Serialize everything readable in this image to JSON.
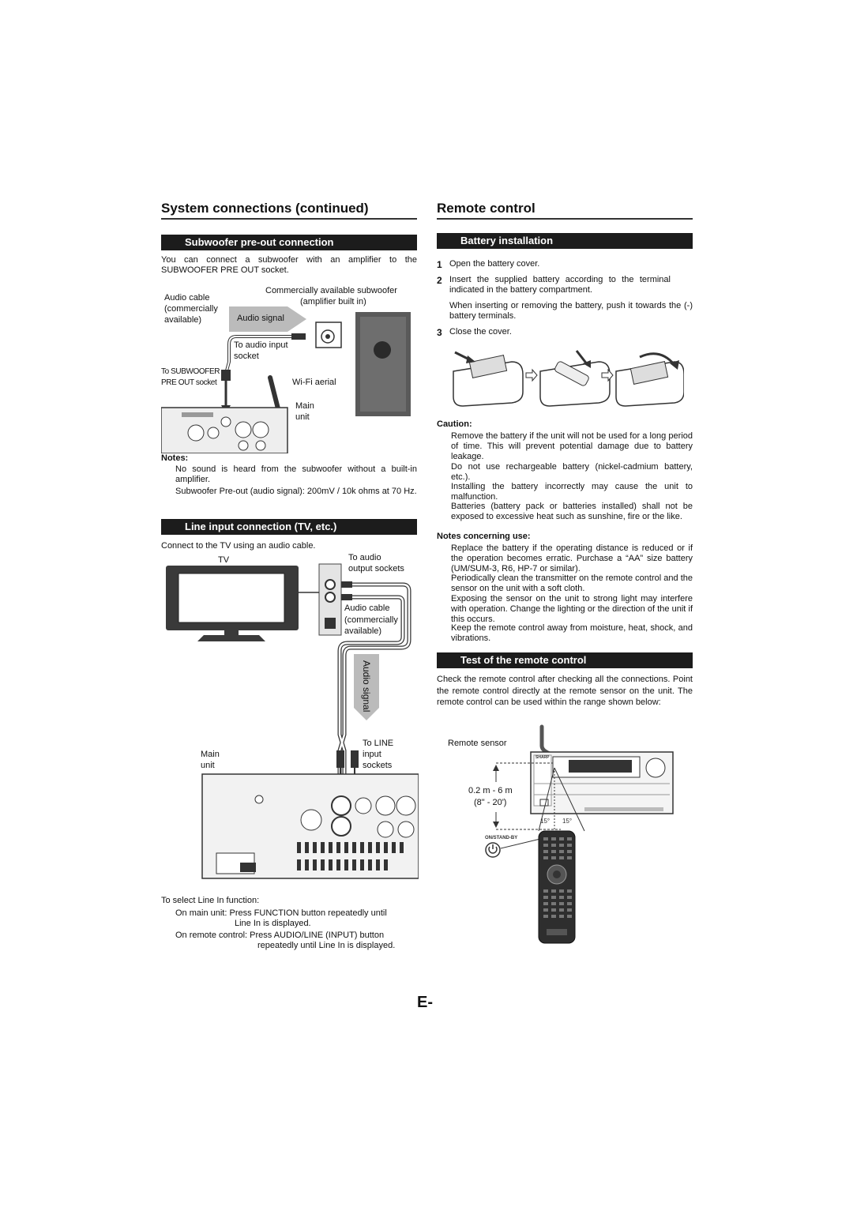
{
  "left": {
    "title": "System connections (continued)",
    "subwoofer": {
      "heading": "Subwoofer pre-out connection",
      "intro": "You can connect a subwoofer with an amplifier to the SUBWOOFER PRE OUT socket.",
      "label_sub": "Commercially available subwoofer",
      "label_sub2": "(amplifier built in)",
      "label_cable": "Audio cable",
      "label_cable2": "(commercially",
      "label_cable3": "available)",
      "label_signal": "Audio signal",
      "label_input": "To audio input",
      "label_input2": "socket",
      "label_pre1": "To SUBWOOFER",
      "label_pre2": "PRE OUT socket",
      "label_wifi": "Wi-Fi aerial",
      "label_main": "Main",
      "label_main2": "unit",
      "notes_title": "Notes:",
      "note1": "No sound is heard from the subwoofer without a built-in amplifier.",
      "note2": "Subwoofer Pre-out (audio signal): 200mV / 10k ohms at 70 Hz."
    },
    "line_input": {
      "heading": "Line input connection (TV, etc.)",
      "intro": "Connect to the TV using an audio cable.",
      "label_tv": "TV",
      "label_out1": "To audio",
      "label_out2": "output sockets",
      "label_cable1": "Audio cable",
      "label_cable2": "(commercially",
      "label_cable3": "available)",
      "label_signal": "Audio signal",
      "label_line1": "To LINE",
      "label_line2": "input",
      "label_line3": "sockets",
      "label_main1": "Main",
      "label_main2": "unit",
      "select_title": "To select Line In function:",
      "main_unit_1": "On main unit: Press FUNCTION button repeatedly until",
      "main_unit_2": "Line In is displayed.",
      "remote_1": "On remote control: Press AUDIO/LINE (INPUT) button",
      "remote_2": "repeatedly until Line In is displayed."
    }
  },
  "right": {
    "title": "Remote control",
    "battery": {
      "heading": "Battery installation",
      "steps": [
        {
          "n": "1",
          "text": "Open the battery cover."
        },
        {
          "n": "2",
          "text": "Insert the supplied battery according to the terminal indicated in the battery compartment."
        },
        {
          "n": "3",
          "text": "Close the cover."
        }
      ],
      "step2_note": "When inserting or removing the battery, push it towards the (-) battery terminals.",
      "caution_title": "Caution:",
      "caution": [
        "Remove the battery if the unit will not be used for a long period of time. This will prevent potential damage due to battery leakage.",
        "Do not use rechargeable battery (nickel-cadmium battery, etc.).",
        "Installing the battery incorrectly may cause the unit to malfunction.",
        "Batteries (battery pack or batteries installed) shall not be exposed to excessive heat such as sunshine, fire or the like."
      ],
      "notes_title": "Notes concerning use:",
      "notes": [
        "Replace the battery if the operating distance is reduced or if the operation becomes erratic. Purchase a “AA” size battery (UM/SUM-3, R6, HP-7 or similar).",
        "Periodically clean the transmitter on the remote control and the sensor on the unit with a soft cloth.",
        "Exposing the sensor on the unit to strong light may interfere with operation. Change the lighting or the direction of the unit if this occurs.",
        "Keep the remote control away from moisture, heat, shock, and vibrations."
      ]
    },
    "test": {
      "heading": "Test of the remote control",
      "intro": "Check the remote control after checking all the connections. Point the remote control directly at the remote sensor on the unit. The remote control can be used within the range shown below:",
      "label_sensor": "Remote sensor",
      "label_range": "0.2 m - 6 m",
      "label_range2": "(8\" - 20')",
      "label_angle": "15°",
      "label_standby": "ON/STAND-BY",
      "brand": "SHARP"
    }
  },
  "footer": {
    "page": "E-"
  }
}
